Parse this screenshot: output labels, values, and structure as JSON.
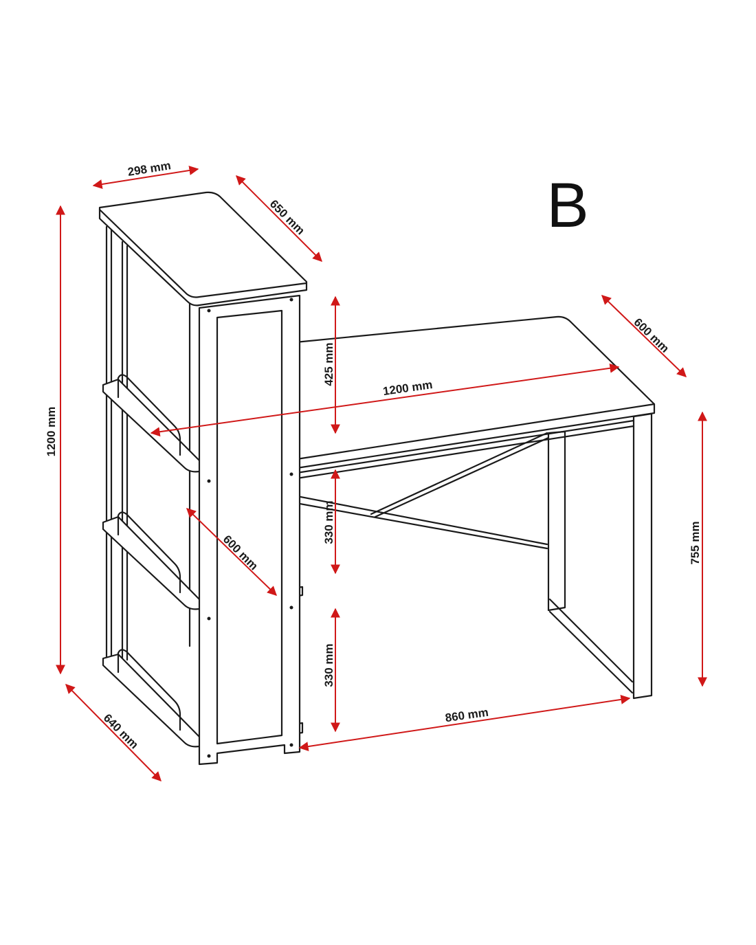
{
  "variant_letter": "B",
  "dimensions": {
    "shelf_top_width": "298 mm",
    "shelf_top_depth": "650 mm",
    "desk_depth": "600 mm",
    "shelf_above_desk": "425 mm",
    "desk_width": "1200 mm",
    "total_height": "1200 mm",
    "shelf_gap_middle": "330 mm",
    "shelf_depth": "600 mm",
    "desk_height": "755 mm",
    "shelf_gap_bottom": "330 mm",
    "desk_clear_width": "860 mm",
    "unit_base_depth": "640 mm"
  },
  "colors": {
    "dimension": "#d01818",
    "line": "#1a1a1a"
  }
}
